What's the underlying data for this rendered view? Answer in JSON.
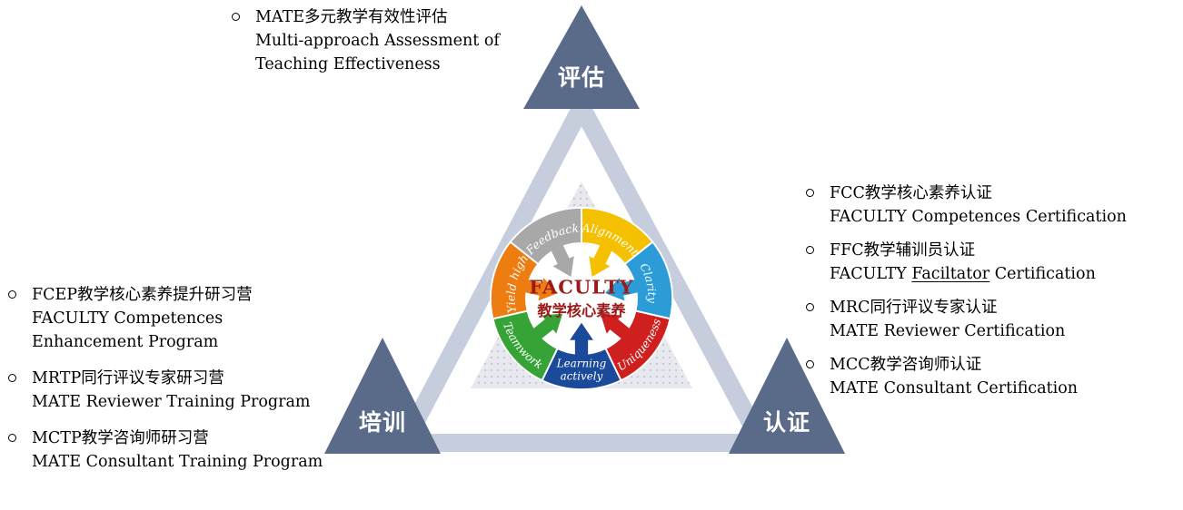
{
  "colors": {
    "corner_triangle": "#5a6a89",
    "frame_triangle": "#c6cedd",
    "dots_bg": "#e7e9ef",
    "dot": "#c3c7d3",
    "center_text": "#9b1b1b"
  },
  "corners": {
    "top": {
      "label": "评估"
    },
    "bottom_left": {
      "label": "培训"
    },
    "bottom_right": {
      "label": "认证"
    }
  },
  "wheel": {
    "center_title": "FACULTY",
    "center_subtitle": "教学核心素养",
    "center_color": "#9b1b1b",
    "segments": [
      {
        "label": "Alignment",
        "color": "#f5c000"
      },
      {
        "label": "Clarity",
        "color": "#2b9cd8"
      },
      {
        "label": "Uniqueness",
        "color": "#cf1f1f"
      },
      {
        "label": "Learning actively",
        "color": "#1b4a9b",
        "horizontal": true
      },
      {
        "label": "Teamwork",
        "color": "#36a336"
      },
      {
        "label": "Yield high",
        "color": "#ee7d11"
      },
      {
        "label": "Feedback",
        "color": "#a8a8a8"
      }
    ]
  },
  "lists": {
    "assessment": {
      "items": [
        {
          "zh": "MATE多元教学有效性评估",
          "en": "Multi-approach Assessment of\nTeaching Effectiveness"
        }
      ]
    },
    "training": {
      "items": [
        {
          "zh": "FCEP教学核心素养提升研习营",
          "en": "FACULTY Competences\nEnhancement Program"
        },
        {
          "zh": "MRTP同行评议专家研习营",
          "en": "MATE Reviewer Training Program"
        },
        {
          "zh": "MCTP教学咨询师研习营",
          "en": "MATE Consultant Training Program"
        }
      ]
    },
    "certification": {
      "items": [
        {
          "zh": "FCC教学核心素养认证",
          "en": "FACULTY Competences Certification"
        },
        {
          "zh": "FFC教学辅训员认证",
          "en": "FACULTY Faciltator Certification",
          "underline": "Faciltator"
        },
        {
          "zh": "MRC同行评议专家认证",
          "en": "MATE Reviewer Certification"
        },
        {
          "zh": "MCC教学咨询师认证",
          "en": "MATE Consultant Certification"
        }
      ]
    }
  }
}
